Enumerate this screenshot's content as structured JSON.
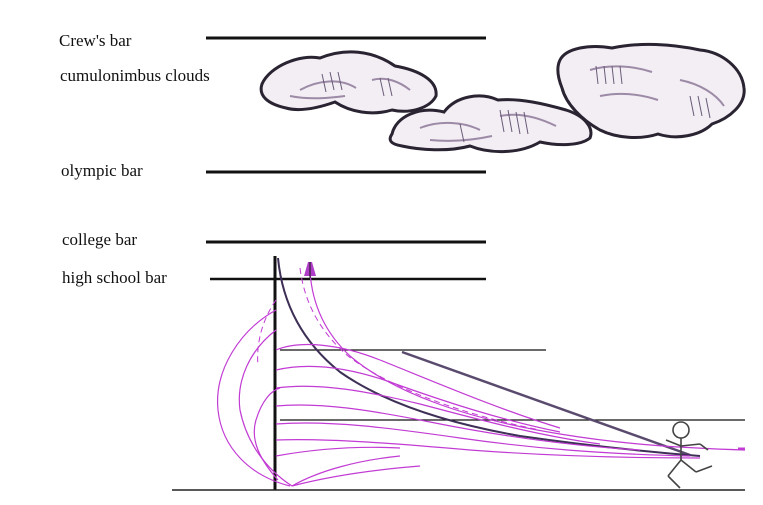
{
  "labels": {
    "crews_bar": "Crew's bar",
    "clouds": "cumulonimbus clouds",
    "olympic_bar": "olympic bar",
    "college_bar": "college bar",
    "high_school_bar": "high school bar"
  },
  "colors": {
    "bar_line": "#111111",
    "cloud_outline": "#2a2332",
    "cloud_shade": "#9c8aa6",
    "track_magenta": "#c23bd4",
    "curve_dark": "#3d2f55",
    "ramp": "#5a4b6e",
    "ground": "#222222",
    "pole": "#111111",
    "stick_figure": "#444444"
  },
  "icons": {
    "clouds": "cumulonimbus-cloud-icon",
    "figure": "stick-figure-icon",
    "flag": "pole-top-marker-icon"
  }
}
